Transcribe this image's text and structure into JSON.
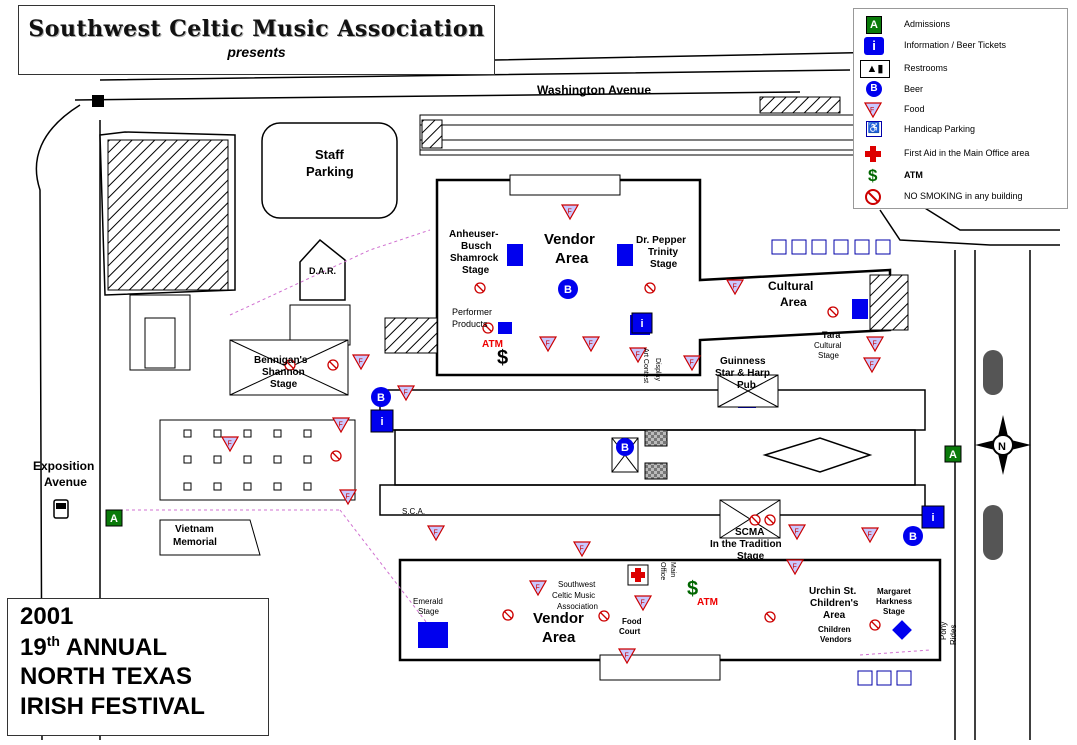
{
  "header": {
    "organization": "Southwest Celtic Music Association",
    "presents": "presents"
  },
  "legend": {
    "items": [
      {
        "icon": "admissions-icon",
        "label": "Admissions"
      },
      {
        "icon": "information-icon",
        "label": "Information / Beer Tickets"
      },
      {
        "icon": "restroom-icon",
        "label": "Restrooms"
      },
      {
        "icon": "beer-icon",
        "label": "Beer"
      },
      {
        "icon": "food-icon",
        "label": "Food"
      },
      {
        "icon": "handicap-parking-icon",
        "label": "Handicap Parking"
      },
      {
        "icon": "first-aid-icon",
        "label": "First  Aid in the Main Office area"
      },
      {
        "icon": "atm-icon",
        "label": "ATM"
      },
      {
        "icon": "no-smoking-icon",
        "label": "NO SMOKING in any building"
      }
    ]
  },
  "title_box": {
    "line1": "2001",
    "line2_num": "19",
    "line2_sup": "th",
    "line2_rest": " ANNUAL",
    "line3": "NORTH TEXAS",
    "line4": "IRISH FESTIVAL"
  },
  "streets": {
    "washington": "Washington Avenue",
    "exposition_1": "Exposition",
    "exposition_2": "Avenue"
  },
  "areas": {
    "staff_parking_1": "Staff",
    "staff_parking_2": "Parking",
    "dar": "D.A.R.",
    "vendor_top_1": "Vendor",
    "vendor_top_2": "Area",
    "anheuser_1": "Anheuser-",
    "anheuser_2": "Busch",
    "anheuser_3": "Shamrock",
    "anheuser_4": "Stage",
    "pepper_1": "Dr. Pepper",
    "pepper_2": "Trinity",
    "pepper_3": "Stage",
    "cultural_1": "Cultural",
    "cultural_2": "Area",
    "performer_1": "Performer",
    "performer_2": "Products",
    "atm_top": "ATM",
    "art_contest_1": "Art Contest",
    "art_contest_2": "Display",
    "tara_1": "Tara",
    "tara_2": "Cultural",
    "tara_3": "Stage",
    "guinness_1": "Guinness",
    "guinness_2": "Star & Harp",
    "guinness_3": "Pub",
    "bennigans_1": "Bennigan's",
    "bennigans_2": "Shannon",
    "bennigans_3": "Stage",
    "sca": "S.C.A.",
    "vietnam_1": "Vietnam",
    "vietnam_2": "Memorial",
    "scma_1": "SCMA",
    "scma_2": "In the Tradition",
    "scma_3": "Stage",
    "emerald_1": "Emerald",
    "emerald_2": "Stage",
    "scma_assoc_1": "Southwest",
    "scma_assoc_2": "Celtic Music",
    "scma_assoc_3": "Association",
    "vendor_bottom_1": "Vendor",
    "vendor_bottom_2": "Area",
    "food_court_1": "Food",
    "food_court_2": "Court",
    "main_office_1": "Main",
    "main_office_2": "Office",
    "atm_bottom": "ATM",
    "urchin_1": "Urchin St.",
    "urchin_2": "Children's",
    "urchin_3": "Area",
    "children_vendors_1": "Children",
    "children_vendors_2": "Vendors",
    "margaret_1": "Margaret",
    "margaret_2": "Harkness",
    "margaret_3": "Stage",
    "pony_1": "Pony",
    "pony_2": "Rides"
  },
  "symbols": {
    "admissions_letter": "A",
    "beer_letter": "B",
    "info_letter": "i",
    "food_letter": "F",
    "dollar": "$",
    "compass_letter": "N"
  },
  "colors": {
    "stage_blue": "#0000ee",
    "food_red": "#dd0000",
    "admissions_green": "#0a7a0a",
    "atm_red": "#ee0000"
  }
}
